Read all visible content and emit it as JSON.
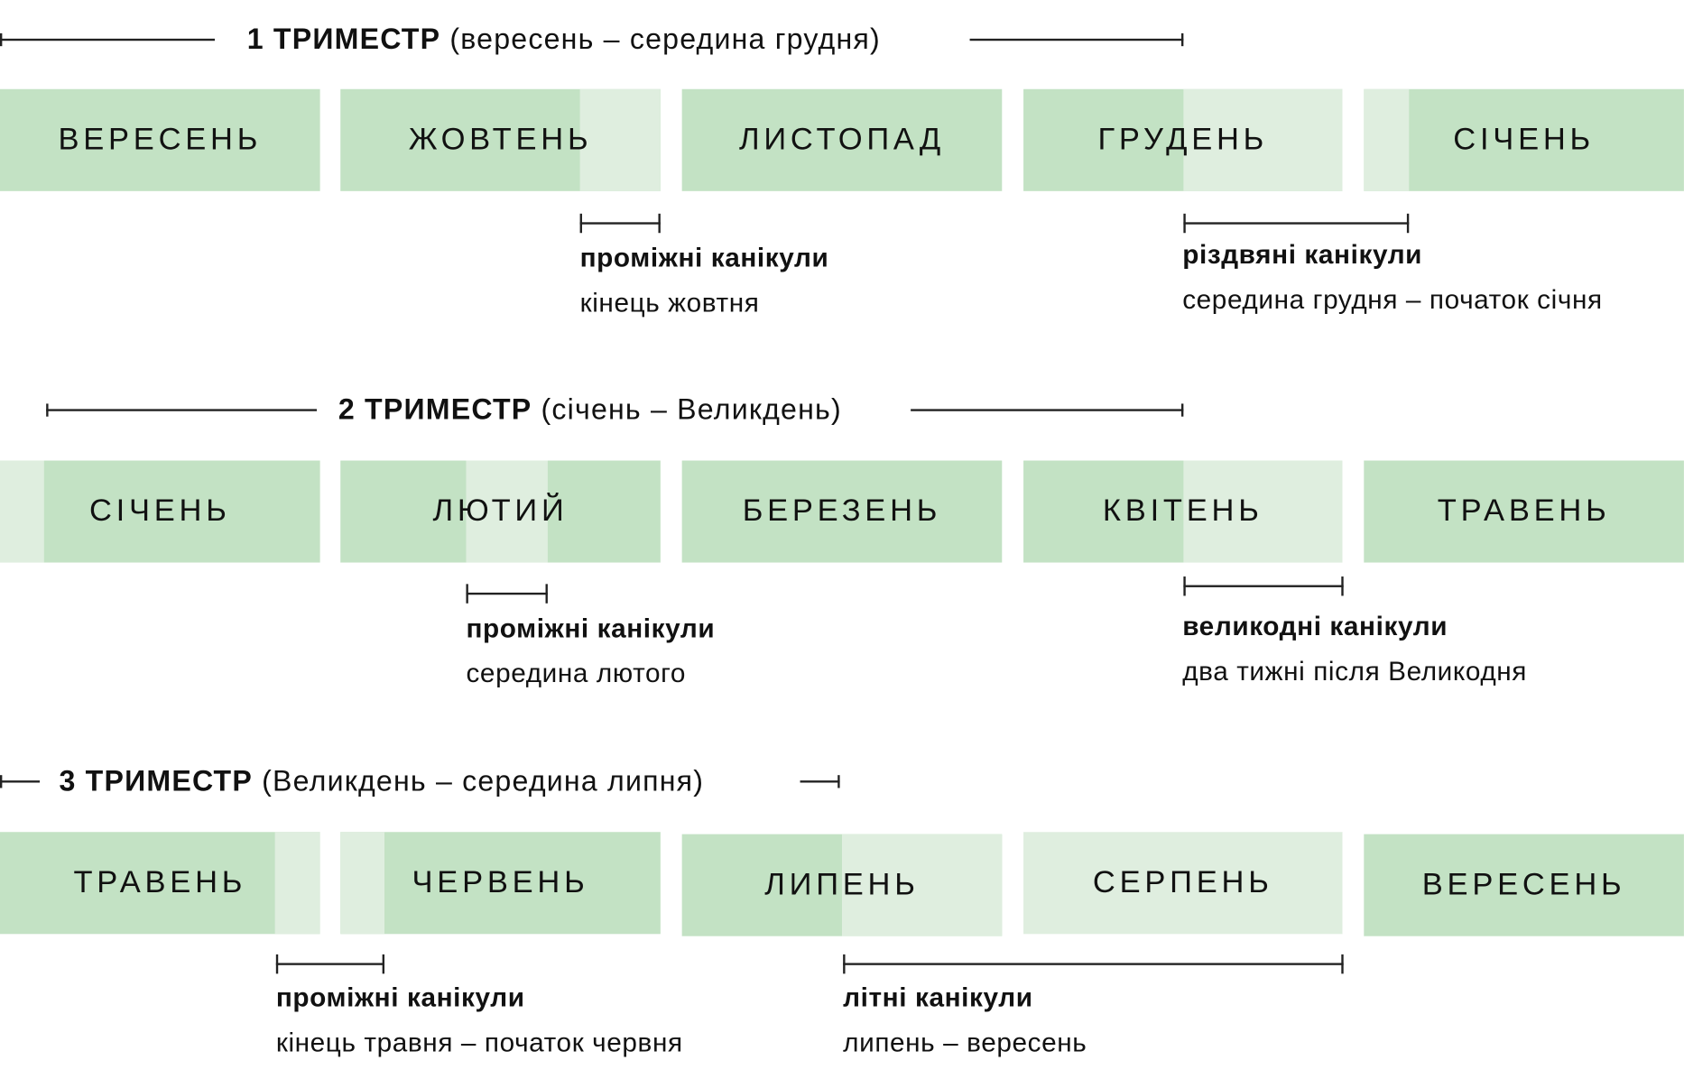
{
  "terms": [
    {
      "number": "1",
      "word": "ТРИМЕСТР",
      "range": "(вересень – середина грудня)",
      "months": [
        "ВЕРЕСЕНЬ",
        "ЖОВТЕНЬ",
        "ЛИСТОПАД",
        "ГРУДЕНЬ",
        "СІЧЕНЬ"
      ],
      "breaks": [
        {
          "title": "проміжні канікули",
          "when": "кінець жовтня"
        },
        {
          "title": "різдвяні канікули",
          "when": "середина грудня – початок січня"
        }
      ]
    },
    {
      "number": "2",
      "word": "ТРИМЕСТР",
      "range": "(січень – Великдень)",
      "months": [
        "СІЧЕНЬ",
        "ЛЮТИЙ",
        "БЕРЕЗЕНЬ",
        "КВІТЕНЬ",
        "ТРАВЕНЬ"
      ],
      "breaks": [
        {
          "title": "проміжні канікули",
          "when": "середина лютого"
        },
        {
          "title": "великодні канікули",
          "when": "два тижні після Великодня"
        }
      ]
    },
    {
      "number": "3",
      "word": "ТРИМЕСТР",
      "range": "(Великдень – середина липня)",
      "months": [
        "ТРАВЕНЬ",
        "ЧЕРВЕНЬ",
        "ЛИПЕНЬ",
        "СЕРПЕНЬ",
        "ВЕРЕСЕНЬ"
      ],
      "breaks": [
        {
          "title": "проміжні канікули",
          "when": "кінець травня – початок червня"
        },
        {
          "title": "літні канікули",
          "when": "липень – вересень"
        }
      ]
    }
  ],
  "colors": {
    "term": "#c3e2c4",
    "holiday": "#dfeedf",
    "line": "#222222"
  }
}
